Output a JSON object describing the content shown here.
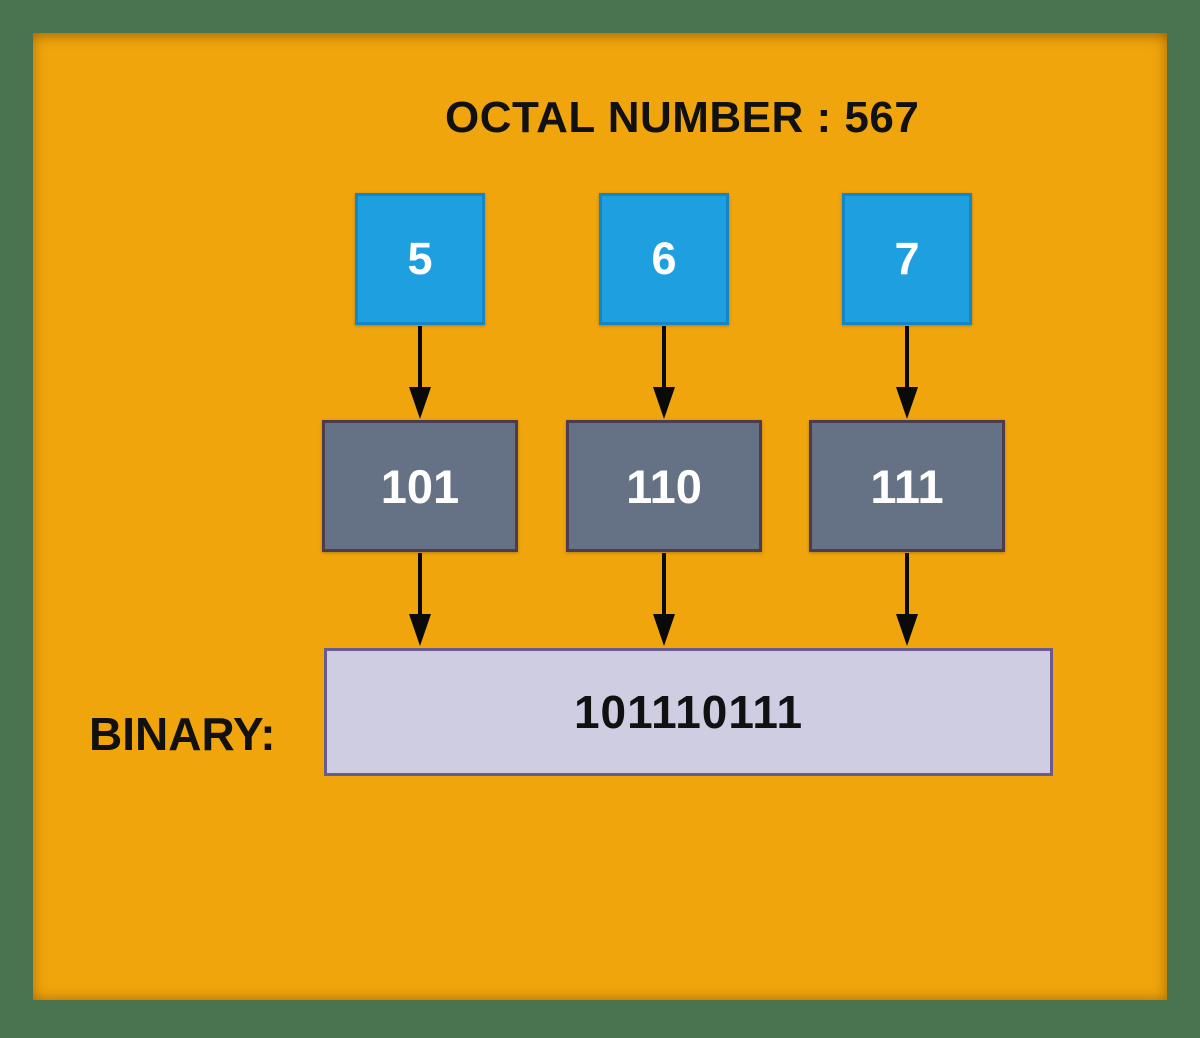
{
  "title": "OCTAL NUMBER : 567",
  "octal_number": "567",
  "binary": {
    "label": "BINARY:",
    "value": "101110111"
  },
  "columns": [
    {
      "octal_digit": "5",
      "binary_group": "101"
    },
    {
      "octal_digit": "6",
      "binary_group": "110"
    },
    {
      "octal_digit": "7",
      "binary_group": "111"
    }
  ],
  "colors": {
    "background_green": "#4a7450",
    "panel_orange": "#f0a50d",
    "octal_box_fill": "#1d9fe0",
    "octal_box_border": "#1286c8",
    "binary_group_fill": "#657286",
    "binary_group_border": "#4d3b51",
    "result_box_fill": "#cfcde2",
    "result_box_border": "#695a8f",
    "text_dark": "#111111",
    "text_light": "#ffffff",
    "arrow": "#0a0a0a"
  }
}
